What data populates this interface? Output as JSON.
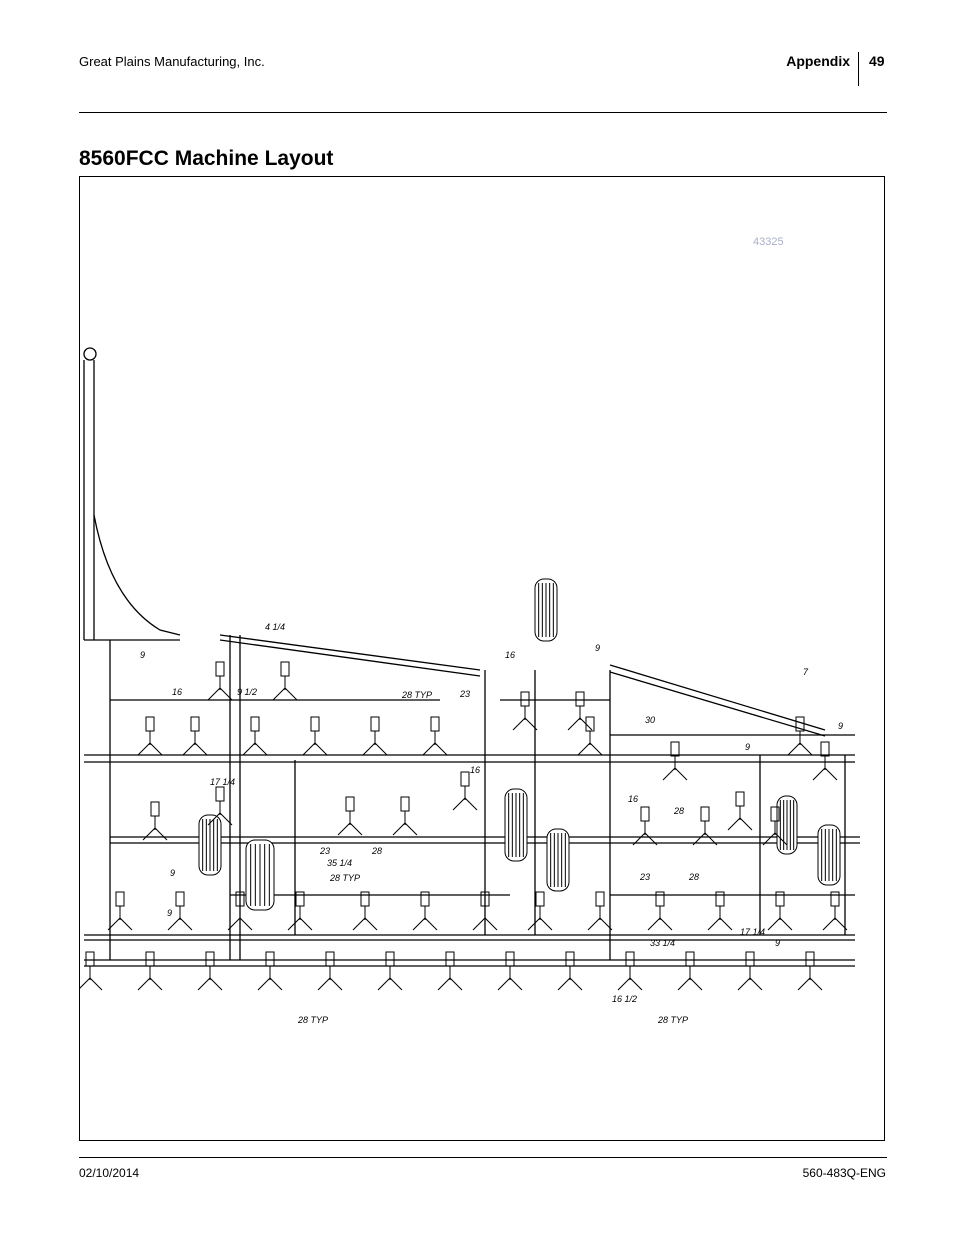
{
  "header": {
    "company": "Great Plains Manufacturing, Inc.",
    "section": "Appendix",
    "page_number": "49"
  },
  "title": "8560FCC Machine Layout",
  "figure": {
    "id": "43325",
    "dimensions": [
      "4 1/4",
      "9",
      "16",
      "9 1/2",
      "28 TYP",
      "23",
      "16",
      "9",
      "17 1/4",
      "16",
      "30",
      "9",
      "7",
      "9",
      "16",
      "28",
      "23",
      "35 1/4",
      "28",
      "9",
      "28 TYP",
      "23",
      "28",
      "9",
      "33 1/4",
      "17 1/4",
      "9",
      "16 1/2",
      "28 TYP",
      "28 TYP"
    ]
  },
  "footer": {
    "date": "02/10/2014",
    "doc_number": "560-483Q-ENG"
  }
}
